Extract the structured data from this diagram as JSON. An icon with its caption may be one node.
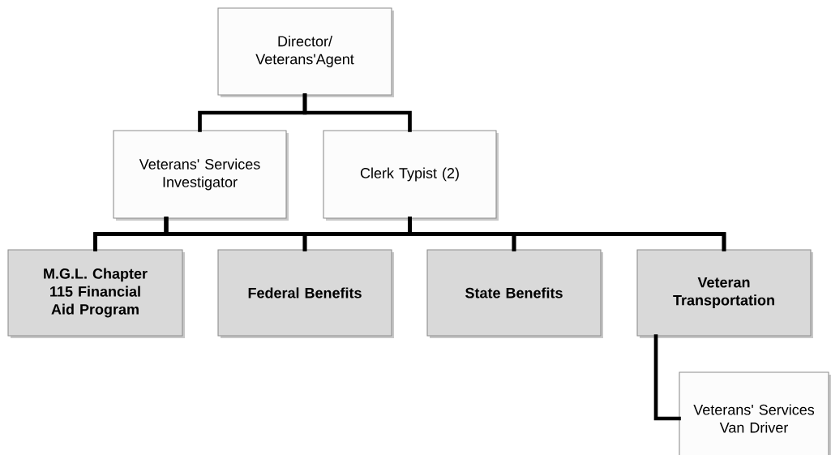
{
  "diagram": {
    "nodes": [
      {
        "text": [
          "Director/ Veterans'Agent"
        ]
      },
      {
        "text": [
          "Veterans' Services Investigator"
        ]
      },
      {
        "text": [
          "Clerk Typist (2)"
        ]
      },
      {
        "text": [
          "M.G.L. Chapter 115 Financial Aid Program"
        ]
      },
      {
        "text": [
          "Federal Benefits"
        ]
      },
      {
        "text": [
          "State Benefits"
        ]
      },
      {
        "text": [
          "Veteran Transportation"
        ]
      },
      {
        "text": [
          "Veterans' Services Van Driver"
        ]
      }
    ],
    "edges": [
      {
        "from": 0,
        "to": 1,
        "arrow": "none"
      },
      {
        "from": 0,
        "to": 2,
        "arrow": "none"
      },
      {
        "from": 1,
        "to": 3,
        "arrow": "none"
      },
      {
        "from": 1,
        "to": 4,
        "arrow": "none"
      },
      {
        "from": 1,
        "to": 5,
        "arrow": "none"
      },
      {
        "from": 1,
        "to": 6,
        "arrow": "none"
      },
      {
        "from": 2,
        "to": 3,
        "arrow": "none"
      },
      {
        "from": 2,
        "to": 4,
        "arrow": "none"
      },
      {
        "from": 2,
        "to": 5,
        "arrow": "none"
      },
      {
        "from": 2,
        "to": 6,
        "arrow": "none"
      },
      {
        "from": 6,
        "to": 7,
        "arrow": "none"
      }
    ]
  }
}
